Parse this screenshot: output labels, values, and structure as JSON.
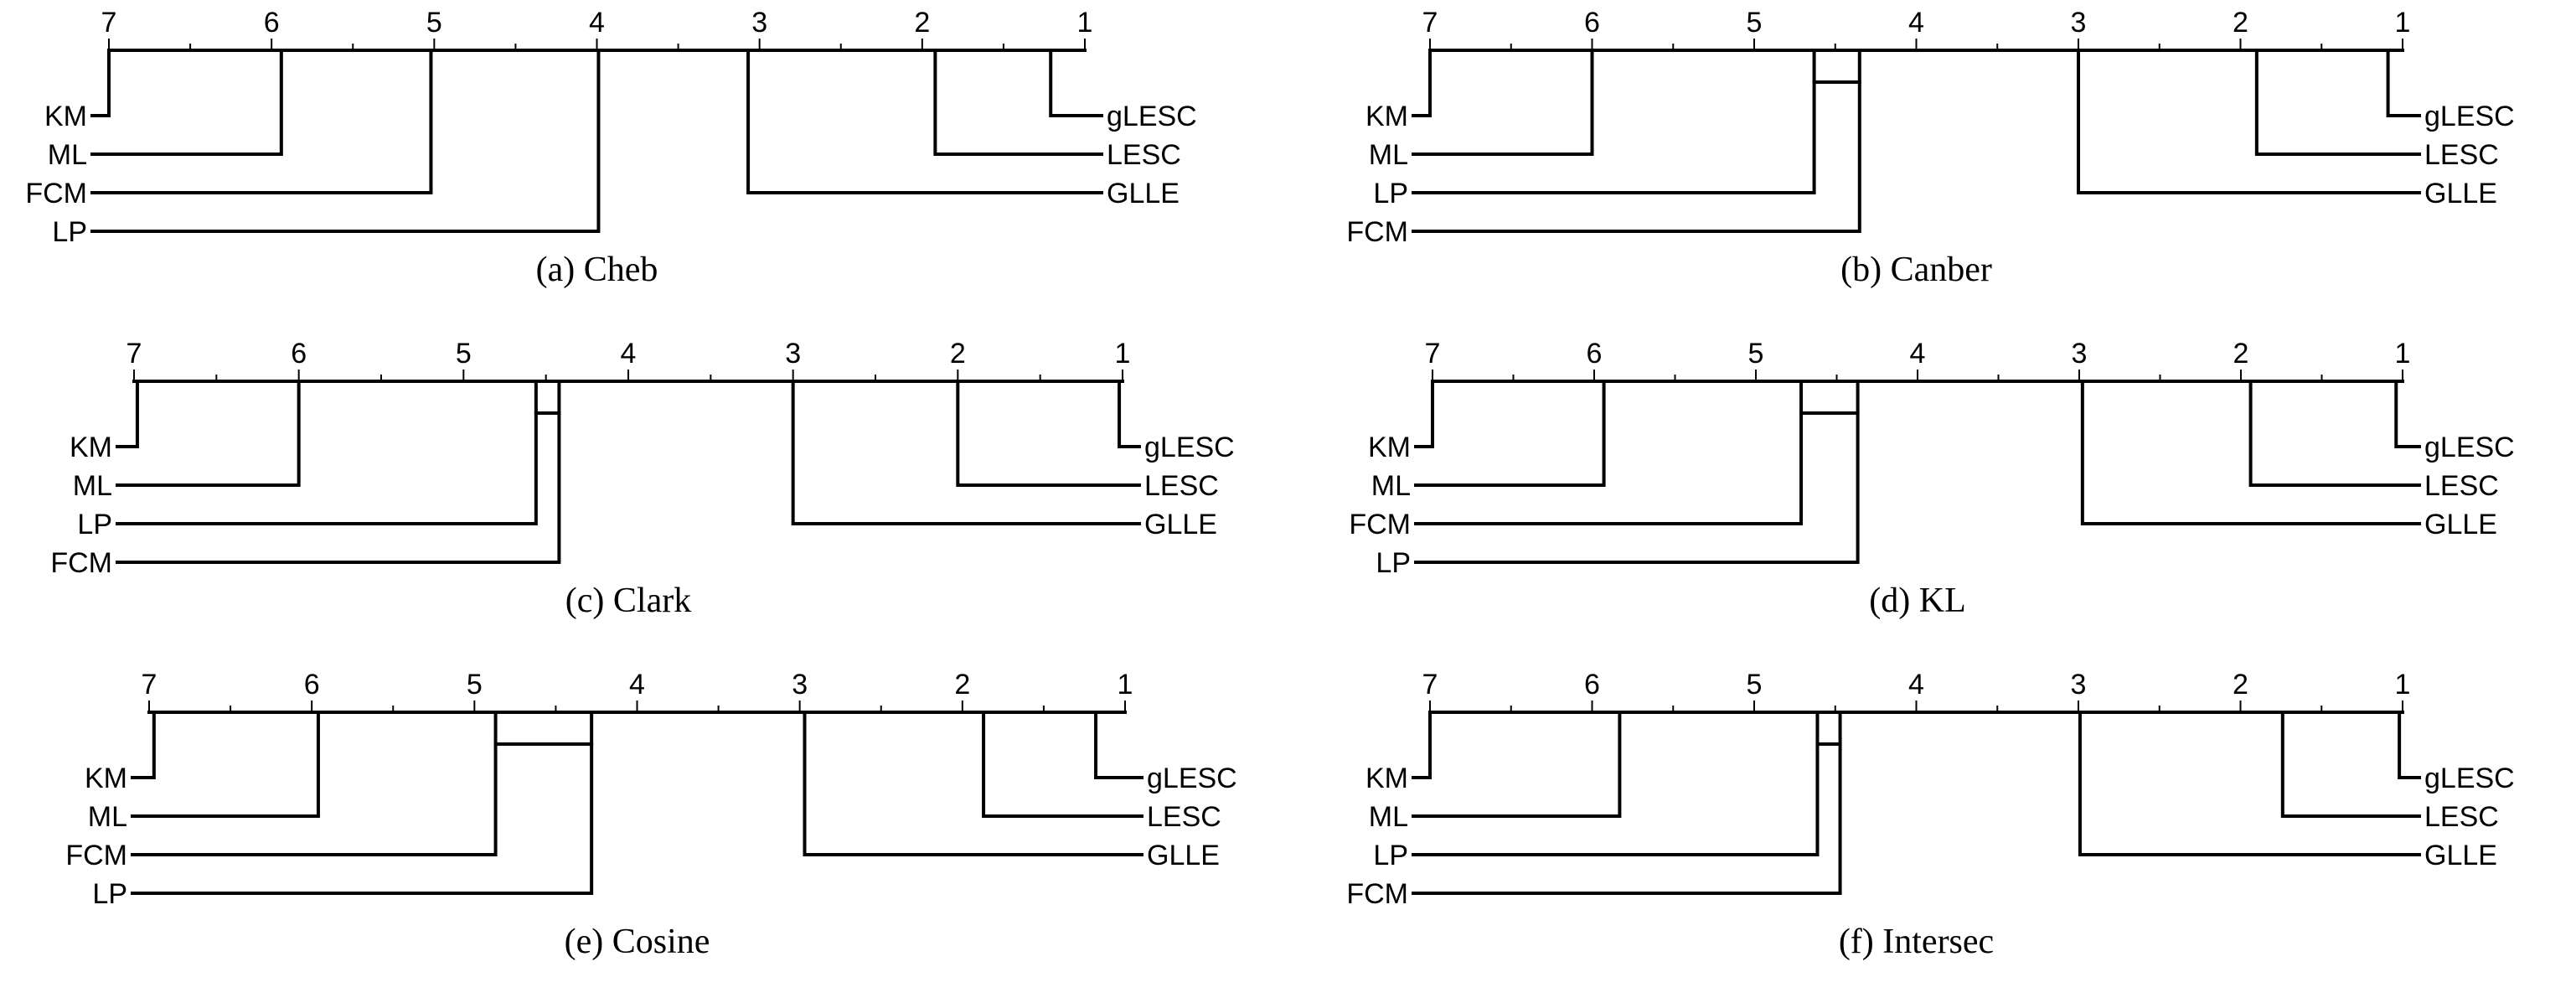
{
  "chart_data": [
    {
      "type": "critical-difference",
      "caption": "(a) Cheb",
      "axis": {
        "min": 1,
        "max": 7,
        "ticks": [
          7,
          6,
          5,
          4,
          3,
          2,
          1
        ],
        "reversed": true
      },
      "left": [
        {
          "name": "KM",
          "rank": 7.0
        },
        {
          "name": "ML",
          "rank": 5.94
        },
        {
          "name": "FCM",
          "rank": 5.02
        },
        {
          "name": "LP",
          "rank": 3.99
        }
      ],
      "right": [
        {
          "name": "gLESC",
          "rank": 1.21
        },
        {
          "name": "LESC",
          "rank": 1.92
        },
        {
          "name": "GLLE",
          "rank": 3.07
        }
      ],
      "cliques": []
    },
    {
      "type": "critical-difference",
      "caption": "(b) Canber",
      "axis": {
        "min": 1,
        "max": 7,
        "ticks": [
          7,
          6,
          5,
          4,
          3,
          2,
          1
        ],
        "reversed": true
      },
      "left": [
        {
          "name": "KM",
          "rank": 7.0
        },
        {
          "name": "ML",
          "rank": 6.0
        },
        {
          "name": "LP",
          "rank": 4.63
        },
        {
          "name": "FCM",
          "rank": 4.35
        }
      ],
      "right": [
        {
          "name": "gLESC",
          "rank": 1.09
        },
        {
          "name": "LESC",
          "rank": 1.9
        },
        {
          "name": "GLLE",
          "rank": 3.0
        }
      ],
      "cliques": [
        [
          4.63,
          4.35
        ]
      ]
    },
    {
      "type": "critical-difference",
      "caption": "(c) Clark",
      "axis": {
        "min": 1,
        "max": 7,
        "ticks": [
          7,
          6,
          5,
          4,
          3,
          2,
          1
        ],
        "reversed": true
      },
      "left": [
        {
          "name": "KM",
          "rank": 6.98
        },
        {
          "name": "ML",
          "rank": 6.0
        },
        {
          "name": "LP",
          "rank": 4.56
        },
        {
          "name": "FCM",
          "rank": 4.42
        }
      ],
      "right": [
        {
          "name": "gLESC",
          "rank": 1.02
        },
        {
          "name": "LESC",
          "rank": 2.0
        },
        {
          "name": "GLLE",
          "rank": 3.0
        }
      ],
      "cliques": [
        [
          4.56,
          4.42
        ]
      ]
    },
    {
      "type": "critical-difference",
      "caption": "(d) KL",
      "axis": {
        "min": 1,
        "max": 7,
        "ticks": [
          7,
          6,
          5,
          4,
          3,
          2,
          1
        ],
        "reversed": true
      },
      "left": [
        {
          "name": "KM",
          "rank": 7.0
        },
        {
          "name": "ML",
          "rank": 5.94
        },
        {
          "name": "FCM",
          "rank": 4.72
        },
        {
          "name": "LP",
          "rank": 4.37
        }
      ],
      "right": [
        {
          "name": "gLESC",
          "rank": 1.04
        },
        {
          "name": "LESC",
          "rank": 1.94
        },
        {
          "name": "GLLE",
          "rank": 2.98
        }
      ],
      "cliques": [
        [
          4.72,
          4.37
        ]
      ]
    },
    {
      "type": "critical-difference",
      "caption": "(e) Cosine",
      "axis": {
        "min": 1,
        "max": 7,
        "ticks": [
          7,
          6,
          5,
          4,
          3,
          2,
          1
        ],
        "reversed": true
      },
      "left": [
        {
          "name": "KM",
          "rank": 6.97
        },
        {
          "name": "ML",
          "rank": 5.96
        },
        {
          "name": "FCM",
          "rank": 4.87
        },
        {
          "name": "LP",
          "rank": 4.28
        }
      ],
      "right": [
        {
          "name": "gLESC",
          "rank": 1.18
        },
        {
          "name": "LESC",
          "rank": 1.87
        },
        {
          "name": "GLLE",
          "rank": 2.97
        }
      ],
      "cliques": [
        [
          4.87,
          4.28
        ]
      ]
    },
    {
      "type": "critical-difference",
      "caption": "(f) Intersec",
      "axis": {
        "min": 1,
        "max": 7,
        "ticks": [
          7,
          6,
          5,
          4,
          3,
          2,
          1
        ],
        "reversed": true
      },
      "left": [
        {
          "name": "KM",
          "rank": 7.0
        },
        {
          "name": "ML",
          "rank": 5.83
        },
        {
          "name": "LP",
          "rank": 4.61
        },
        {
          "name": "FCM",
          "rank": 4.47
        }
      ],
      "right": [
        {
          "name": "gLESC",
          "rank": 1.02
        },
        {
          "name": "LESC",
          "rank": 1.74
        },
        {
          "name": "GLLE",
          "rank": 2.99
        }
      ],
      "cliques": [
        [
          4.61,
          4.47
        ]
      ]
    }
  ]
}
